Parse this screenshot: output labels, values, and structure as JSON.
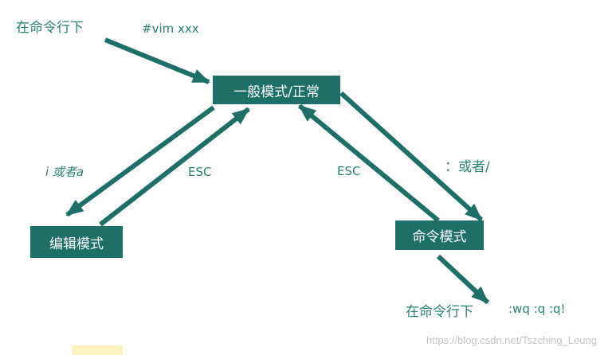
{
  "labels": {
    "cmdline_top": "在命令行下",
    "vim_cmd": "#vim  xxx",
    "i_or_a": "i 或者a",
    "esc_left": "ESC",
    "esc_right": "ESC",
    "colon_or_slash": "：或者/",
    "cmdline_bottom": "在命令行下",
    "quit_cmds": ":wq  :q   :q!"
  },
  "nodes": {
    "normal_mode": "一般模式/正常",
    "edit_mode": "编辑模式",
    "command_mode": "命令模式"
  },
  "watermark": "https://blog.csdn.net/Tszching_Leung",
  "colors": {
    "box": "#1e6f68",
    "arrow": "#1e6f68",
    "label": "#2b8274",
    "background": "#ffffff"
  }
}
